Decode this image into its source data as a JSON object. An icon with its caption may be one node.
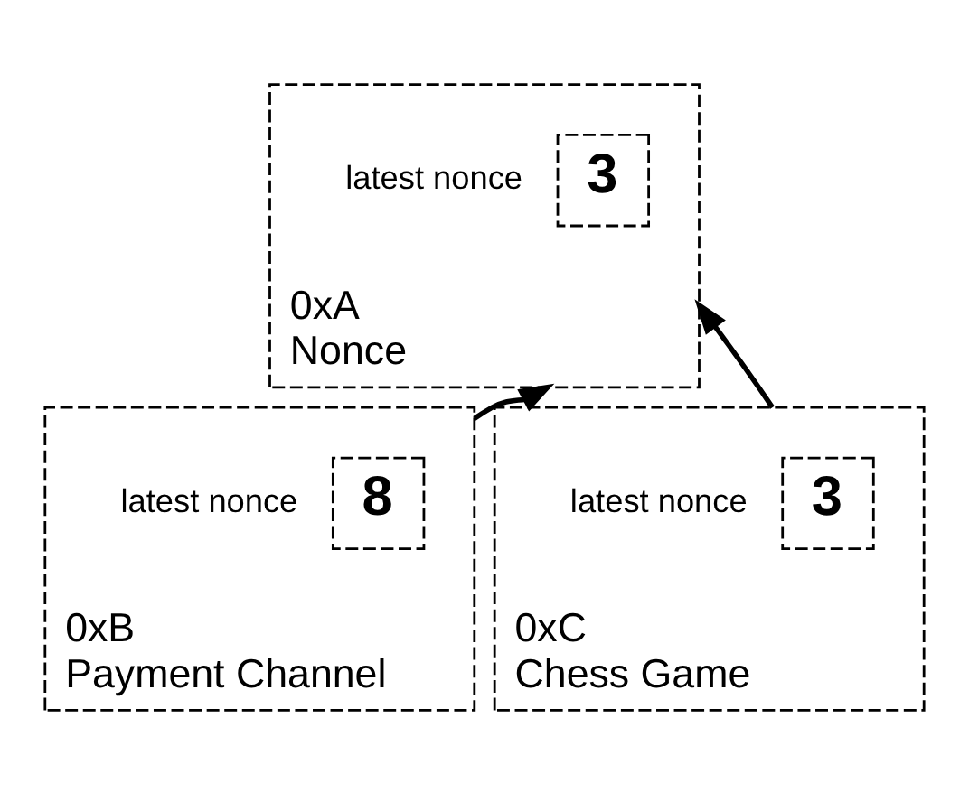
{
  "diagram": {
    "nodes": [
      {
        "text": [
          "0xA",
          "Nonce"
        ]
      },
      {
        "text": [
          "3"
        ],
        "in": 0,
        "beside": [
          "latest nonce"
        ]
      },
      {
        "text": [
          "0xB",
          "Payment Channel"
        ]
      },
      {
        "text": [
          "8"
        ],
        "in": 2,
        "beside": [
          "latest nonce"
        ]
      },
      {
        "text": [
          "0xC",
          "Chess Game"
        ]
      },
      {
        "text": [
          "3"
        ],
        "in": 4,
        "beside": [
          "latest nonce"
        ]
      }
    ],
    "edges": [
      {
        "from": 2,
        "to": 0,
        "arrow": "to"
      },
      {
        "from": 4,
        "to": 0,
        "arrow": "to"
      }
    ]
  }
}
